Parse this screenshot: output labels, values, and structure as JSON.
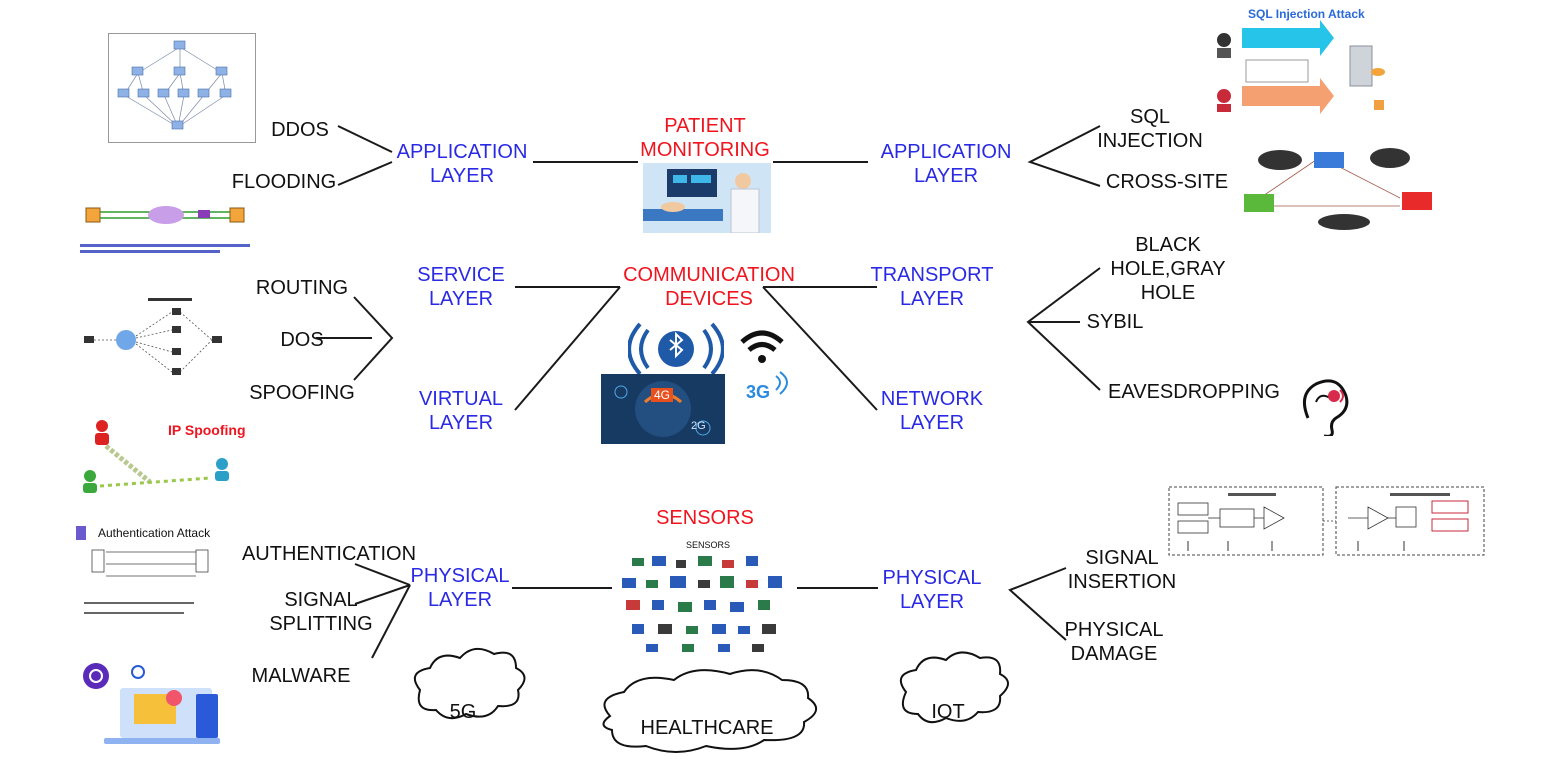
{
  "center": {
    "patient_monitoring": [
      "PATIENT",
      "MONITORING"
    ],
    "communication_devices": [
      "COMMUNICATION",
      "DEVICES"
    ],
    "sensors": "SENSORS"
  },
  "layers": {
    "app_left": [
      "APPLICATION",
      "LAYER"
    ],
    "app_right": [
      "APPLICATION",
      "LAYER"
    ],
    "service": [
      "SERVICE",
      "LAYER"
    ],
    "virtual": [
      "VIRTUAL",
      "LAYER"
    ],
    "transport": [
      "TRANSPORT",
      "LAYER"
    ],
    "network": [
      "NETWORK",
      "LAYER"
    ],
    "phys_left": [
      "PHYSICAL",
      "LAYER"
    ],
    "phys_right": [
      "PHYSICAL",
      "LAYER"
    ]
  },
  "attacks": {
    "ddos": "DDOS",
    "flooding": "FLOODING",
    "routing": "ROUTING",
    "dos": "DOS",
    "spoofing": "SPOOFING",
    "authentication": "AUTHENTICATION",
    "signal_splitting": [
      "SIGNAL",
      "SPLITTING"
    ],
    "malware": "MALWARE",
    "sql": [
      "SQL",
      "INJECTION"
    ],
    "cross_site": "CROSS-SITE",
    "black_hole": [
      "BLACK",
      "HOLE,GRAY",
      "HOLE"
    ],
    "sybil": "SYBIL",
    "eavesdropping": "EAVESDROPPING",
    "signal_insertion": [
      "SIGNAL",
      "INSERTION"
    ],
    "physical_damage": [
      "PHYSICAL",
      "DAMAGE"
    ]
  },
  "clouds": {
    "c5g": "5G",
    "healthcare": "HEALTHCARE",
    "iot": "IOT"
  },
  "images": {
    "sql_title": "SQL Injection Attack",
    "ip_spoofing": "IP Spoofing",
    "auth_attack": "Authentication Attack",
    "sensors_caption": "SENSORS",
    "badge_3g": "3G",
    "badge_4g": "4G",
    "badge_2g": "2G"
  },
  "colors": {
    "center": "#f0141e",
    "layer": "#2a2ae6",
    "attack": "#111111"
  }
}
